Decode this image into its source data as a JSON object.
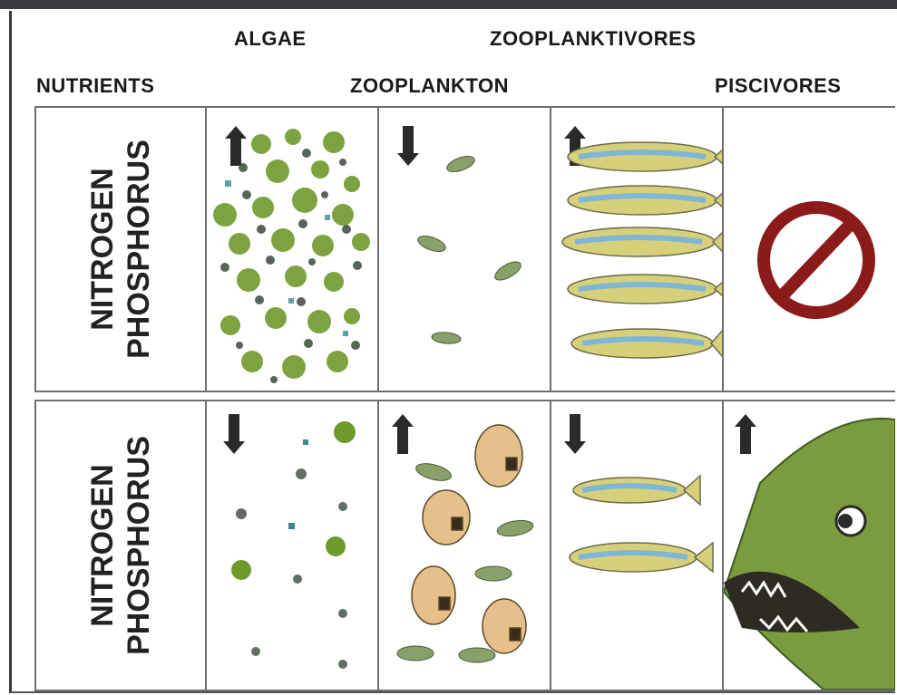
{
  "headers": {
    "algae": "ALGAE",
    "zooplanktivores": "ZOOPLANKTIVORES",
    "nutrients": "NUTRIENTS",
    "zooplankton": "ZOOPLANKTON",
    "piscivores": "PISCIVORES"
  },
  "rows": [
    {
      "nutrients": [
        "NITROGEN",
        "PHOSPHORUS"
      ],
      "algae_arrow": "up",
      "zooplankton_arrow": "down",
      "zooplanktivores_arrow": "up",
      "piscivores": "absent"
    },
    {
      "nutrients": [
        "NITROGEN",
        "PHOSPHORUS"
      ],
      "algae_arrow": "down",
      "zooplankton_arrow": "up",
      "zooplanktivores_arrow": "down",
      "piscivores_arrow": "up",
      "piscivores": "present"
    }
  ],
  "colors": {
    "algae_green": "#6e9a2c",
    "algae_dark": "#3c4a3a",
    "arrow": "#2a2a2a",
    "no_sign": "#8b1a1a",
    "fish_blue": "#7fb6d6",
    "fish_yellow": "#d6d07a",
    "piscivore_green": "#7a9b3e"
  },
  "icons": {
    "arrow_up": "up-arrow-icon",
    "arrow_down": "down-arrow-icon",
    "no_sign": "no-sign-icon"
  }
}
